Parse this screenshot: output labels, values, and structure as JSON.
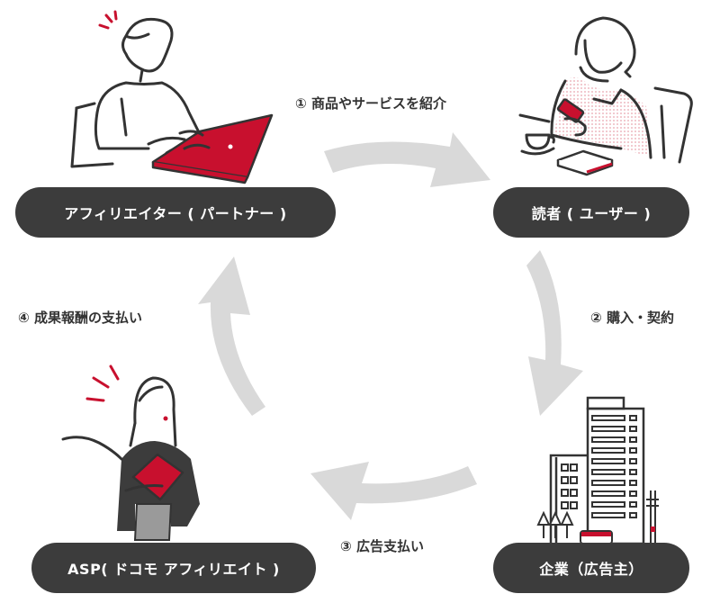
{
  "colors": {
    "accent": "#c8102e",
    "pill_bg": "#3c3c3c",
    "pill_text": "#ffffff",
    "arrow": "#d9d9d9",
    "step_text": "#333333"
  },
  "actors": {
    "affiliator": {
      "label": "アフィリエイター ( パートナー )",
      "illustration": "man-with-laptop"
    },
    "reader": {
      "label": "読者 ( ユーザー )",
      "illustration": "woman-with-smartphone"
    },
    "company": {
      "label": "企業（広告主）",
      "illustration": "office-buildings"
    },
    "asp": {
      "label": "ASP( ドコモ アフィリエイト )",
      "illustration": "woman-presenting"
    }
  },
  "steps": [
    {
      "number": "①",
      "text": "商品やサービスを紹介",
      "from": "affiliator",
      "to": "reader"
    },
    {
      "number": "②",
      "text": "購入・契約",
      "from": "reader",
      "to": "company"
    },
    {
      "number": "③",
      "text": "広告支払い",
      "from": "company",
      "to": "asp"
    },
    {
      "number": "④",
      "text": "成果報酬の支払い",
      "from": "asp",
      "to": "affiliator"
    }
  ]
}
